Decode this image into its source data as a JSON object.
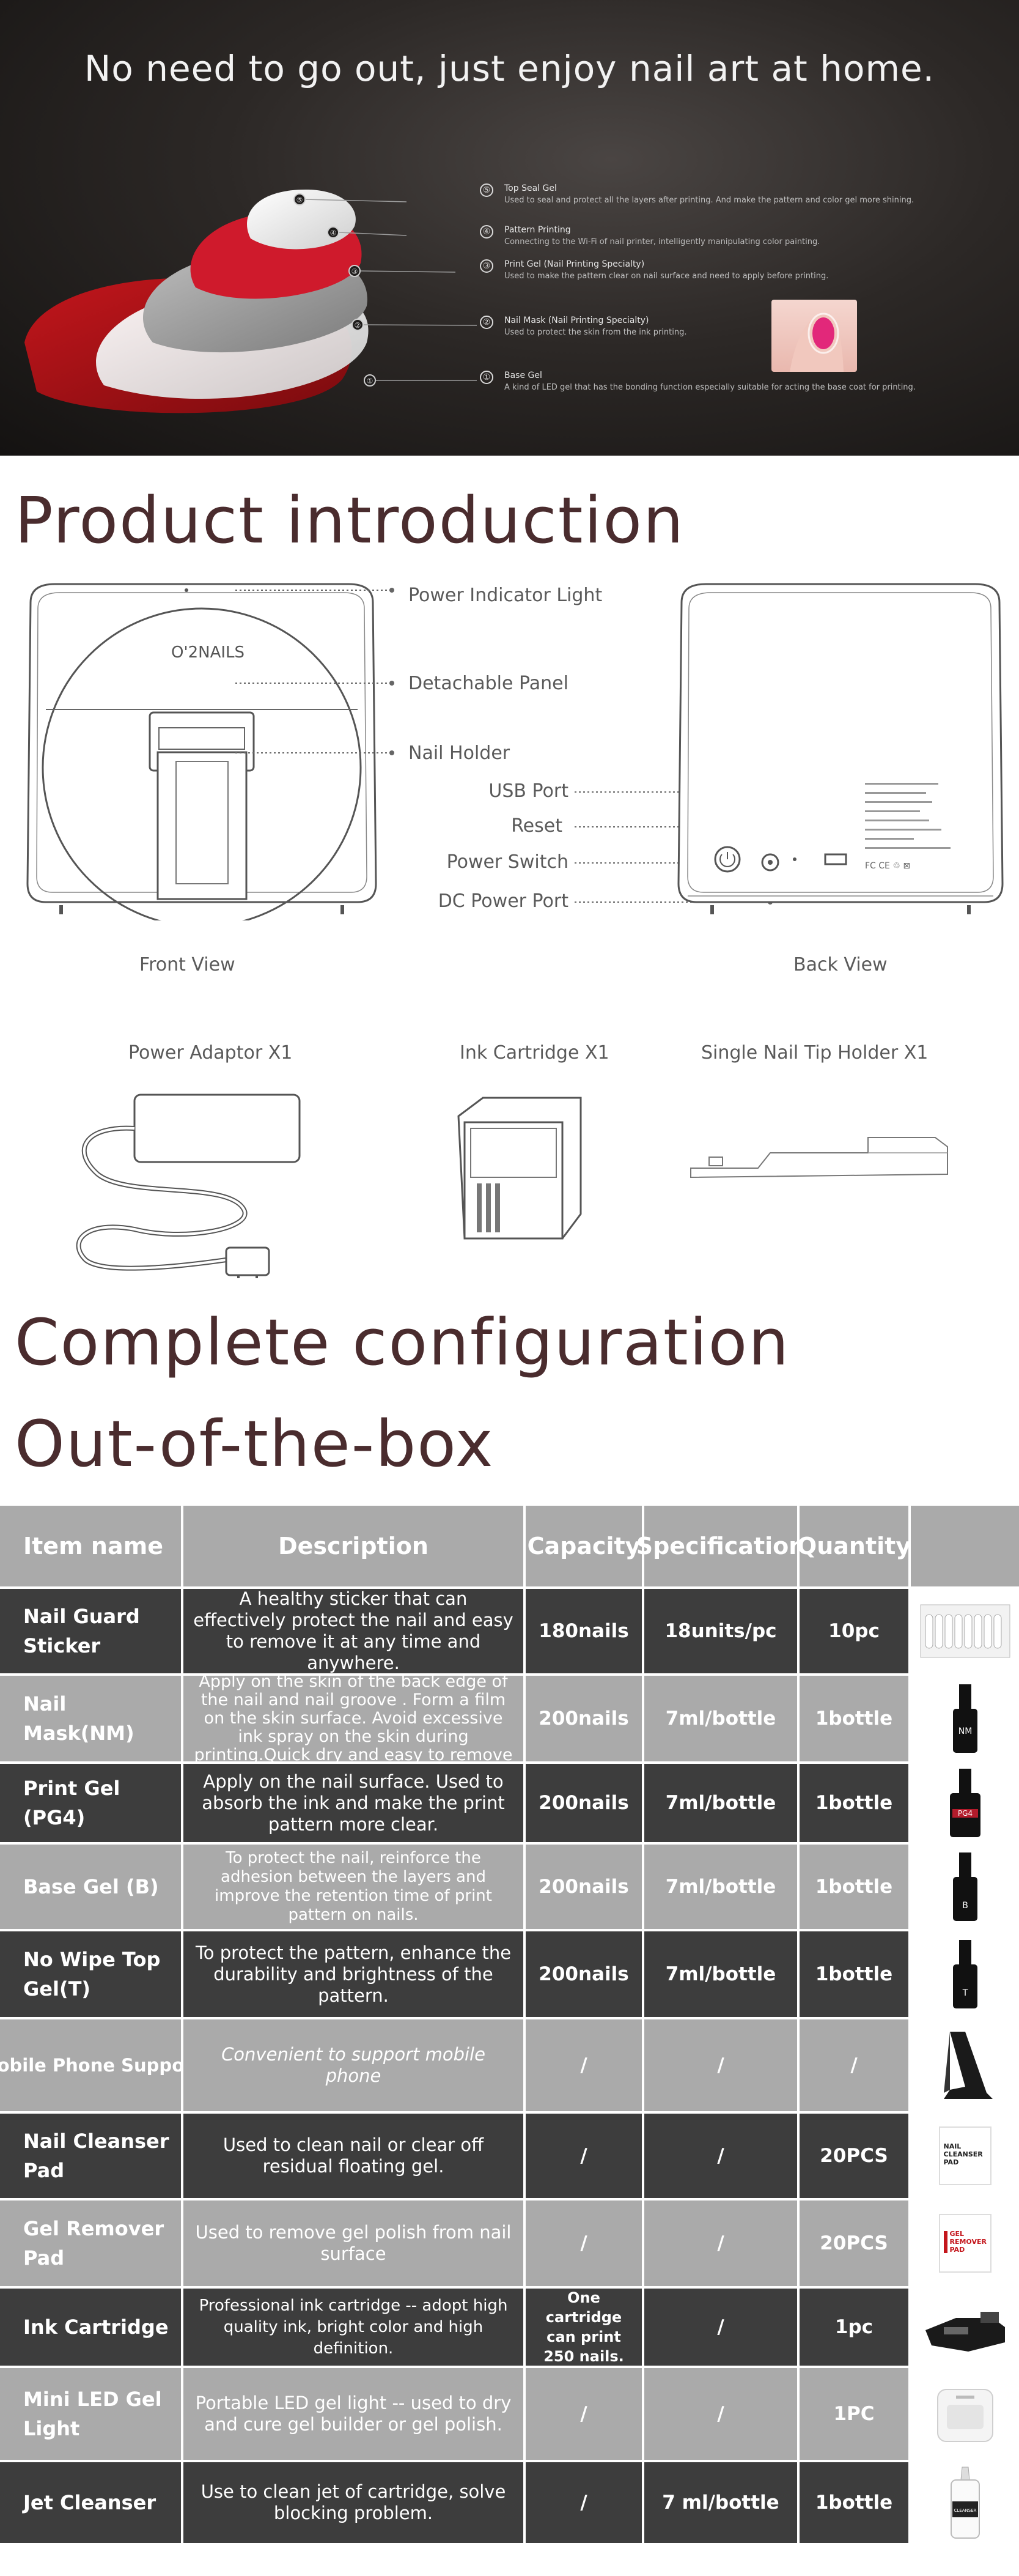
{
  "hero": {
    "title": "No need to go out, just enjoy nail art at home.",
    "layers": [
      {
        "num": "⑤",
        "name": "Top Seal Gel",
        "desc": "Used to seal and protect all the layers after printing. And make the pattern and color gel more shining."
      },
      {
        "num": "④",
        "name": "Pattern Printing",
        "desc": "Connecting to the Wi-Fi of nail printer, intelligently manipulating color painting."
      },
      {
        "num": "③",
        "name": "Print Gel (Nail Printing Specialty)",
        "desc": "Used to make the pattern clear on nail surface and need to apply before printing."
      },
      {
        "num": "②",
        "name": "Nail Mask (Nail Printing Specialty)",
        "desc": "Used to protect the skin from the ink printing."
      },
      {
        "num": "①",
        "name": "Base Gel",
        "desc": "A kind of LED gel that has the bonding function especially suitable for acting the base coat for printing."
      }
    ],
    "layer_labels": [
      "⑤",
      "④",
      "③",
      "②",
      "①"
    ]
  },
  "product_intro": {
    "title": "Product introduction",
    "brand": "O'2NAILS",
    "front_callouts": [
      "Power Indicator Light",
      "Detachable Panel",
      "Nail Holder"
    ],
    "back_callouts": [
      "USB Port",
      "Reset",
      "Power Switch",
      "DC Power Port"
    ],
    "front_view_label": "Front View",
    "back_view_label": "Back View",
    "accessories": [
      "Power Adaptor X1",
      "Ink Cartridge X1",
      "Single Nail Tip Holder X1"
    ]
  },
  "configuration": {
    "title_line1": "Complete configuration",
    "title_line2": "Out-of-the-box"
  },
  "table": {
    "headers": [
      "Item name",
      "Description",
      "Capacity",
      "Specification",
      "Quantity"
    ],
    "rows": [
      {
        "name": "Nail Guard Sticker",
        "desc": "A healthy sticker that can effectively protect the nail and easy to remove it at any time and anywhere.",
        "cap": "180nails",
        "spec": "18units/pc",
        "qty": "10pc",
        "icon": "sticker-sheet-icon"
      },
      {
        "name": "Nail Mask(NM)",
        "desc": "Apply on the skin of the back edge of the nail and nail groove . Form a film on the skin surface. Avoid excessive ink spray on the skin during printing.Quick dry and easy to remove",
        "cap": "200nails",
        "spec": "7ml/bottle",
        "qty": "1bottle",
        "icon": "bottle-icon",
        "bottle_label": "NM"
      },
      {
        "name": "Print Gel (PG4)",
        "desc": "Apply on the nail surface. Used to absorb the ink and make the print pattern more clear.",
        "cap": "200nails",
        "spec": "7ml/bottle",
        "qty": "1bottle",
        "icon": "bottle-icon",
        "bottle_label": "PG4"
      },
      {
        "name": "Base Gel (B)",
        "desc": "To protect the nail, reinforce the adhesion between the layers and improve the retention time of print pattern on nails.",
        "cap": "200nails",
        "spec": "7ml/bottle",
        "qty": "1bottle",
        "icon": "bottle-icon",
        "bottle_label": "B"
      },
      {
        "name": "No Wipe Top Gel(T)",
        "desc": "To protect the pattern, enhance the durability and brightness of the pattern.",
        "cap": "200nails",
        "spec": "7ml/bottle",
        "qty": "1bottle",
        "icon": "bottle-icon",
        "bottle_label": "T"
      },
      {
        "name": "Mobile Phone Support",
        "desc": "Convenient to support mobile phone",
        "cap": "/",
        "spec": "/",
        "qty": "/",
        "icon": "phone-stand-icon"
      },
      {
        "name": "Nail Cleanser Pad",
        "desc": "Used to clean nail or clear off residual floating gel.",
        "cap": "/",
        "spec": "/",
        "qty": "20PCS",
        "icon": "pad-box-icon",
        "box_label": "NAIL CLEANSER PAD"
      },
      {
        "name": "Gel Remover Pad",
        "desc": "Used to remove gel polish from nail surface",
        "cap": "/",
        "spec": "/",
        "qty": "20PCS",
        "icon": "pad-box-icon",
        "box_label": "GEL REMOVER PAD"
      },
      {
        "name": "Ink Cartridge",
        "desc": "Professional ink cartridge -- adopt high quality ink, bright color and high definition.",
        "cap": "One cartridge can print 250 nails.",
        "spec": "/",
        "qty": "1pc",
        "icon": "cartridge-icon"
      },
      {
        "name": "Mini LED Gel Light",
        "desc": "Portable LED gel light -- used to dry and cure gel builder or gel polish.",
        "cap": "/",
        "spec": "/",
        "qty": "1PC",
        "icon": "led-lamp-icon"
      },
      {
        "name": "Jet Cleanser",
        "desc": "Use to clean jet of cartridge, solve blocking problem.",
        "cap": "/",
        "spec": "7 ml/bottle",
        "qty": "1bottle",
        "icon": "cleanser-bottle-icon",
        "bottle_label": "CLEANSER"
      }
    ]
  }
}
